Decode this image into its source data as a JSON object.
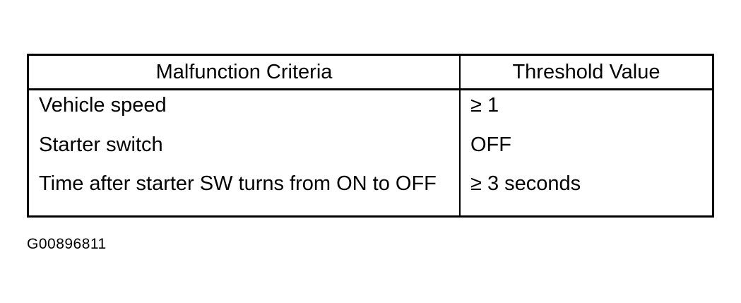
{
  "table": {
    "headers": [
      "Malfunction Criteria",
      "Threshold Value"
    ],
    "rows": [
      {
        "criteria": "Vehicle speed",
        "threshold": "≥ 1"
      },
      {
        "criteria": "Starter switch",
        "threshold": "OFF"
      },
      {
        "criteria": "Time after starter SW turns from ON to OFF",
        "threshold": "≥ 3 seconds"
      }
    ]
  },
  "figure_id": "G00896811"
}
